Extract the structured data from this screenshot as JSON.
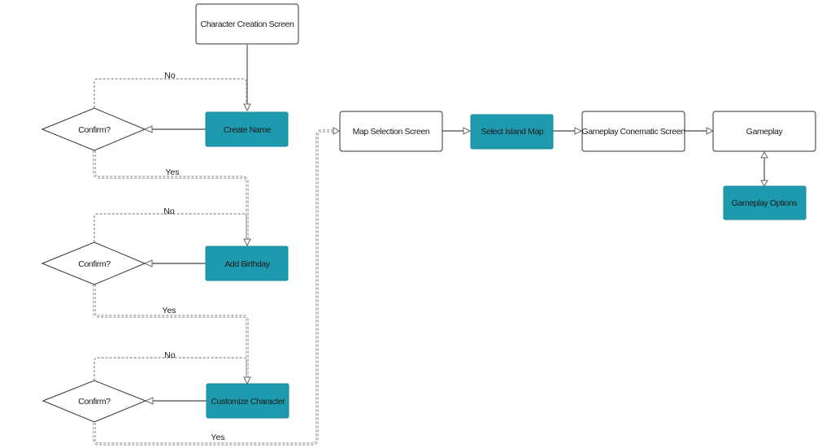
{
  "nodes": {
    "character_creation": "Character Creation Screen",
    "create_name": "Create Name",
    "add_birthday": "Add Birthday",
    "customize_character": "Customize Character",
    "confirm_1": "Confirm?",
    "confirm_2": "Confirm?",
    "confirm_3": "Confirm?",
    "map_selection": "Map Selection Screen",
    "select_island_map": "Select Island Map",
    "gameplay_cinematic": "Gameplay Conematic Screen",
    "gameplay": "Gameplay",
    "gameplay_options": "Gameplay Options"
  },
  "edge_labels": {
    "no_1": "No",
    "yes_1": "Yes",
    "no_2": "No",
    "yes_2": "Yes",
    "no_3": "No",
    "yes_3": "Yes"
  },
  "colors": {
    "teal": "#1e9aae",
    "border": "#333333",
    "edge": "#666666"
  }
}
